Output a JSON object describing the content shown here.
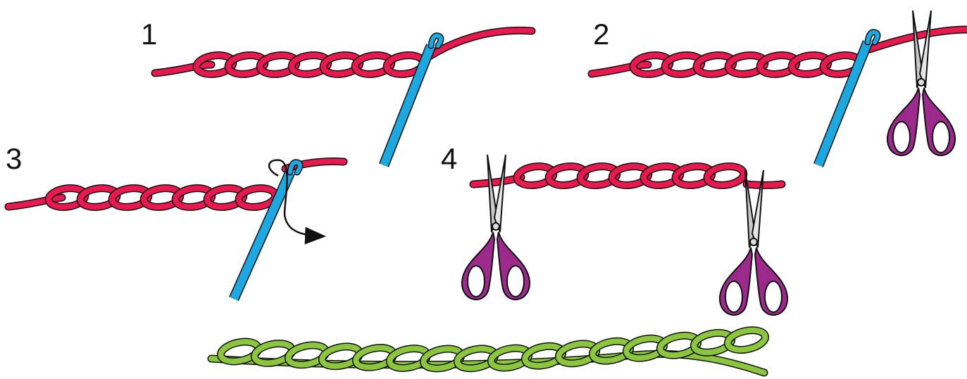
{
  "steps": [
    {
      "number": "1",
      "yarn_color": "#e8194f"
    },
    {
      "number": "2",
      "yarn_color": "#e8194f"
    },
    {
      "number": "3",
      "yarn_color": "#e8194f"
    },
    {
      "number": "4",
      "yarn_color": "#e8194f"
    }
  ],
  "final_chain": {
    "yarn_color": "#8cc63e"
  },
  "colors": {
    "yarn": "#e8194f",
    "yarn_dark": "#b8103c",
    "hook": "#1fa8e0",
    "hook_dark": "#0a5f8a",
    "scissor_handle": "#9b2a8c",
    "scissor_blade": "#c8c8c8",
    "final_yarn": "#8cc63e",
    "outline": "#111111",
    "arrow": "#111111"
  },
  "icons": [
    "crochet-hook-icon",
    "scissors-icon",
    "curved-arrow-icon"
  ]
}
